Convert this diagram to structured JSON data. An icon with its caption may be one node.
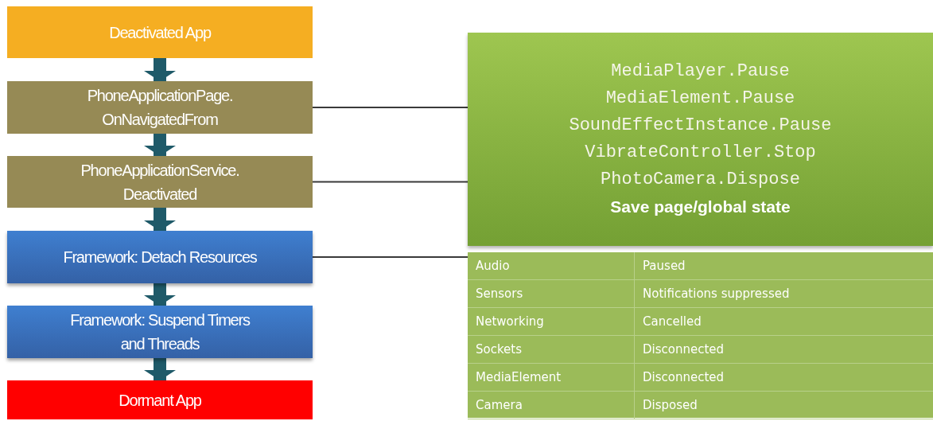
{
  "diagram": {
    "nodes": [
      {
        "text": [
          "Deactivated App"
        ]
      },
      {
        "text": [
          "PhoneApplicationPage. OnNavigatedFrom"
        ]
      },
      {
        "text": [
          "PhoneApplicationService. Deactivated"
        ]
      },
      {
        "text": [
          "Framework: Detach Resources"
        ]
      },
      {
        "text": [
          "Framework: Suspend Timers and Threads"
        ]
      },
      {
        "text": [
          "Dormant App"
        ]
      },
      {
        "text": [
          "MediaPlayer.Pause",
          "MediaElement.Pause",
          "SoundEffectInstance.Pause",
          "VibrateController.Stop",
          "PhotoCamera.Dispose",
          "Save page/global state"
        ]
      },
      {
        "text": [
          "Audio",
          "Paused",
          "Sensors",
          "Notifications suppressed",
          "Networking",
          "Cancelled",
          "Sockets",
          "Disconnected",
          "MediaElement",
          "Disconnected",
          "Camera",
          "Disposed"
        ]
      }
    ],
    "edges": [
      {
        "from": 0,
        "to": 1,
        "arrow": "to"
      },
      {
        "from": 1,
        "to": 2,
        "arrow": "to"
      },
      {
        "from": 2,
        "to": 3,
        "arrow": "to"
      },
      {
        "from": 3,
        "to": 4,
        "arrow": "to"
      },
      {
        "from": 4,
        "to": 5,
        "arrow": "to"
      },
      {
        "from": 1,
        "to": 6,
        "arrow": "none",
        "color": "#3a3a3a"
      },
      {
        "from": 2,
        "to": 6,
        "arrow": "none",
        "color": "#3a3a3a"
      },
      {
        "from": 3,
        "to": 7,
        "arrow": "none",
        "color": "#3a3a3a"
      }
    ]
  }
}
